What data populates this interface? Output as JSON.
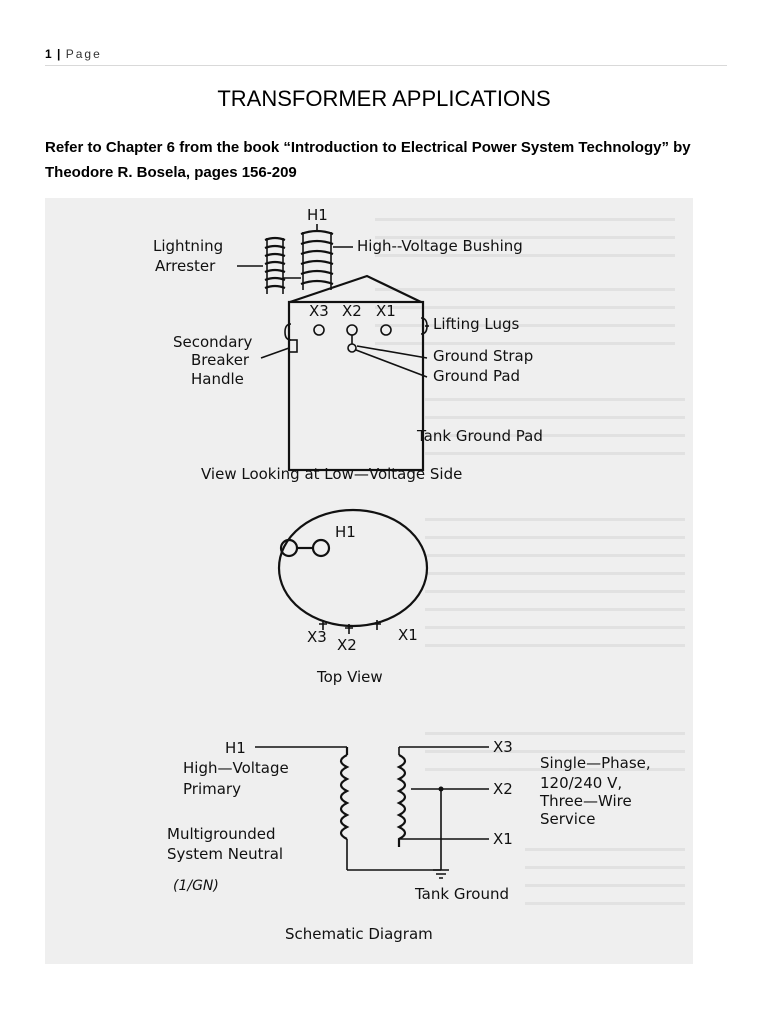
{
  "header": {
    "page_number": "1",
    "separator": "|",
    "page_word": "Page"
  },
  "title": "TRANSFORMER APPLICATIONS",
  "reference": {
    "line1": "Refer to Chapter 6 from the book “Introduction to Electrical Power System Technology” by",
    "line2": "Theodore R. Bosela, pages 156-209"
  },
  "figure": {
    "side_view": {
      "h1": "H1",
      "lightning_1": "Lightning",
      "lightning_2": "Arrester",
      "hv_bushing": "High--Voltage Bushing",
      "x3": "X3",
      "x2": "X2",
      "x1": "X1",
      "lifting_lugs": "Lifting Lugs",
      "secondary": "Secondary",
      "breaker": "Breaker",
      "handle": "Handle",
      "ground_strap": "Ground Strap",
      "ground_pad": "Ground Pad",
      "tank_ground_pad": "Tank Ground Pad",
      "caption": "View Looking at Low—Voltage Side"
    },
    "top_view": {
      "h1": "H1",
      "x3": "X3",
      "x2": "X2",
      "x1": "X1",
      "caption": "Top View"
    },
    "schematic": {
      "h1": "H1",
      "hv_1": "High—Voltage",
      "hv_2": "Primary",
      "x3": "X3",
      "x2": "X2",
      "x1": "X1",
      "service_1": "Single—Phase,",
      "service_2": "120/240 V,",
      "service_3": "Three—Wire",
      "service_4": "Service",
      "neutral_1": "Multigrounded",
      "neutral_2": "System Neutral",
      "handwritten": "(1/GN)",
      "tank_ground": "Tank Ground",
      "caption": "Schematic Diagram"
    }
  }
}
